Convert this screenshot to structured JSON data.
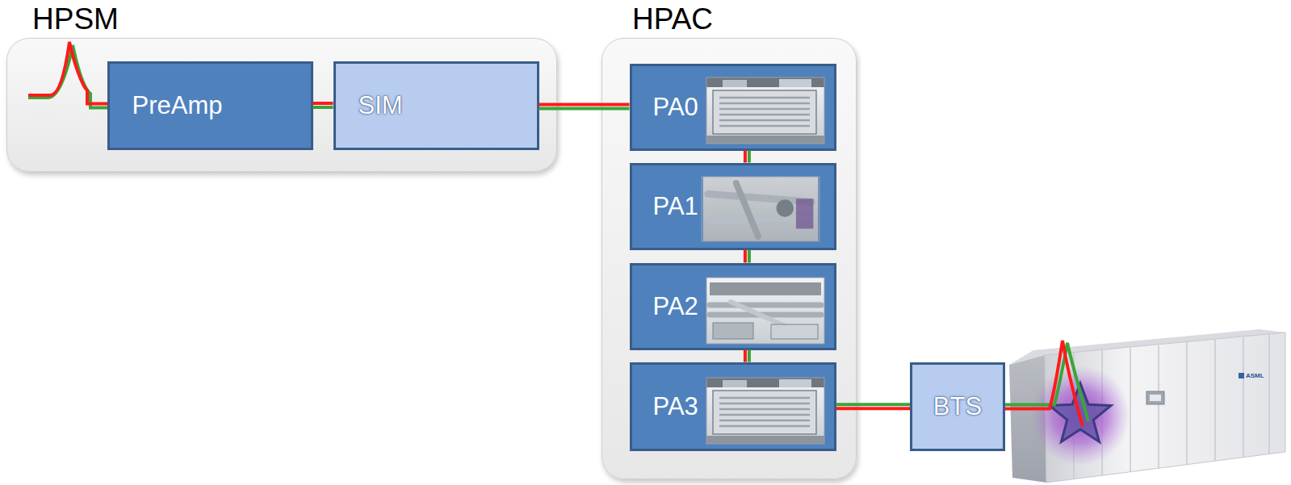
{
  "diagram": {
    "nodes": [
      {
        "text": [
          "HPSM"
        ]
      },
      {
        "text": [
          "PreAmp"
        ],
        "in": 0
      },
      {
        "text": [
          "SIM"
        ],
        "in": 0
      },
      {
        "text": [
          "HPAC"
        ]
      },
      {
        "text": [
          "PA0"
        ],
        "in": 3
      },
      {
        "text": [
          "PA1"
        ],
        "in": 3
      },
      {
        "text": [
          "PA2"
        ],
        "in": 3
      },
      {
        "text": [
          "PA3"
        ],
        "in": 3
      },
      {
        "text": [
          "BTS"
        ]
      }
    ],
    "edges": [
      {
        "from": 1,
        "to": 2,
        "arrow": "none"
      },
      {
        "from": 2,
        "to": 4,
        "arrow": "none"
      },
      {
        "from": 4,
        "to": 5,
        "arrow": "none"
      },
      {
        "from": 5,
        "to": 6,
        "arrow": "none"
      },
      {
        "from": 6,
        "to": 7,
        "arrow": "none"
      },
      {
        "from": 7,
        "to": 8,
        "arrow": "none"
      }
    ],
    "labels": [
      "ASML"
    ]
  }
}
